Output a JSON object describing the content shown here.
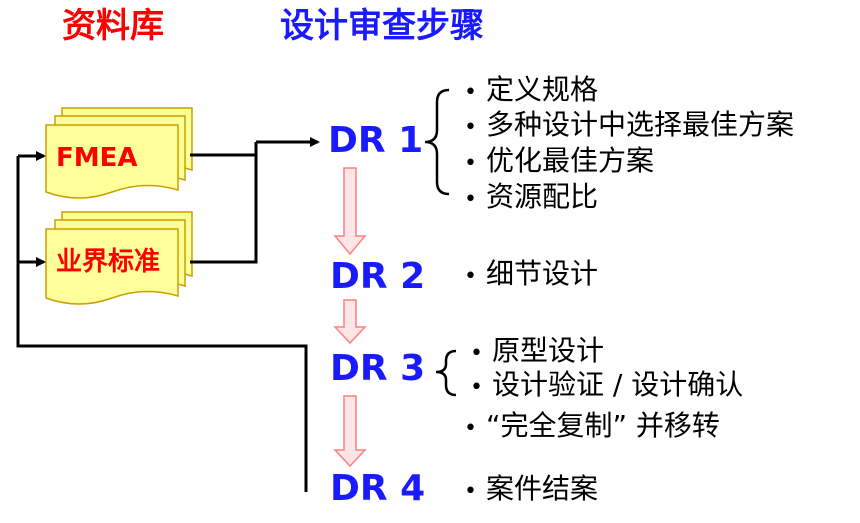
{
  "headings": {
    "library": "资料库",
    "steps": "设计审查步骤"
  },
  "documents": {
    "fmea": "FMEA",
    "industry_standard": "业界标准"
  },
  "reviews": [
    {
      "label": "DR 1",
      "items": [
        "定义规格",
        "多种设计中选择最佳方案",
        "优化最佳方案",
        "资源配比"
      ]
    },
    {
      "label": "DR 2",
      "items": [
        "细节设计"
      ]
    },
    {
      "label": "DR 3",
      "items": [
        "原型设计",
        "设计验证 / 设计确认",
        "“完全复制” 并移转"
      ]
    },
    {
      "label": "DR 4",
      "items": [
        "案件结案"
      ]
    }
  ],
  "bullet_glyph": "•",
  "colors": {
    "library_heading": "#ff0000",
    "steps_heading": "#1a1aff",
    "dr_label": "#1a1aff",
    "document_fill": "#ffff99",
    "document_stroke": "#c8a000",
    "document_text": "#ff0000",
    "connector": "#000000",
    "flow_arrow_fill": "#ffe5e5",
    "flow_arrow_stroke": "#ff8080"
  }
}
